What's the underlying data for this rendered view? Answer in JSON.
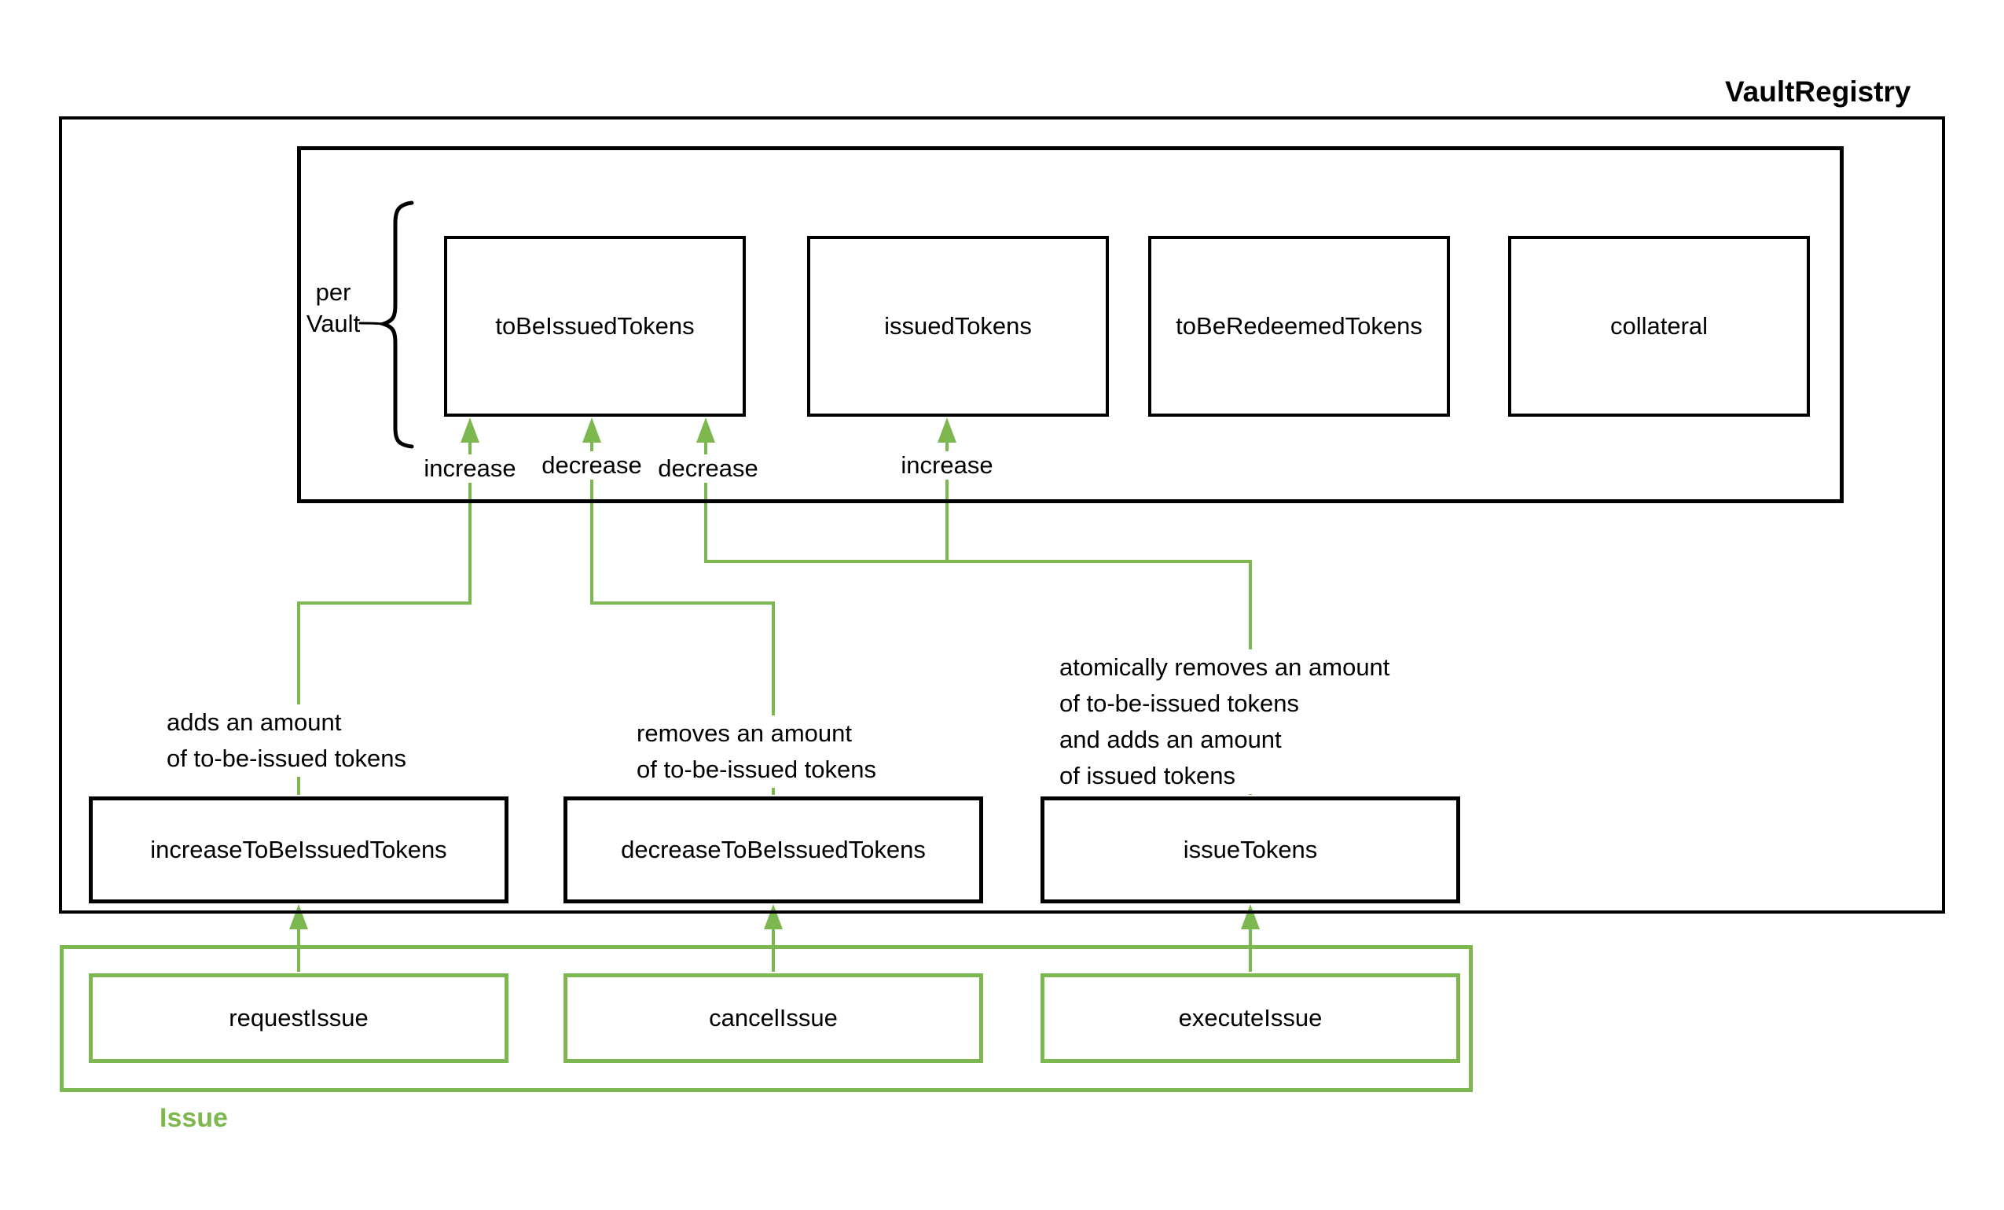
{
  "title": "VaultRegistry",
  "colors": {
    "green": "#7CB84F",
    "black": "#000000"
  },
  "registry": {
    "per_vault": {
      "line1": "per",
      "line2": "Vault"
    },
    "state_boxes": [
      {
        "label": "toBeIssuedTokens"
      },
      {
        "label": "issuedTokens"
      },
      {
        "label": "toBeRedeemedTokens"
      },
      {
        "label": "collateral"
      }
    ],
    "edge_labels": [
      {
        "text": "increase"
      },
      {
        "text": "decrease"
      },
      {
        "text": "decrease"
      },
      {
        "text": "increase"
      }
    ],
    "annotations": [
      {
        "text": "adds an amount\nof to-be-issued tokens"
      },
      {
        "text": "removes an amount\nof to-be-issued tokens"
      },
      {
        "text": "atomically removes an amount\nof to-be-issued tokens\nand adds an amount\nof issued tokens"
      }
    ],
    "function_boxes": [
      {
        "label": "increaseToBeIssuedTokens"
      },
      {
        "label": "decreaseToBeIssuedTokens"
      },
      {
        "label": "issueTokens"
      }
    ]
  },
  "issue_module": {
    "label": "Issue",
    "boxes": [
      {
        "label": "requestIssue"
      },
      {
        "label": "cancelIssue"
      },
      {
        "label": "executeIssue"
      }
    ]
  }
}
